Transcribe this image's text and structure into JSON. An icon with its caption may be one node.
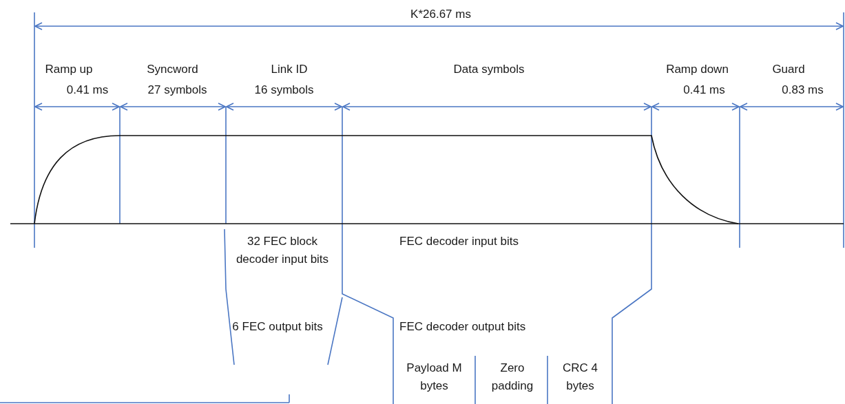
{
  "diagram": {
    "labels": [
      "K*26.67 ms",
      "Ramp up",
      "Syncword",
      "Link ID",
      "Data symbols",
      "Ramp down",
      "Guard",
      "0.41 ms",
      "27 symbols",
      "16 symbols",
      "0.41 ms",
      "0.83  ms",
      "32 FEC block decoder input bits",
      "FEC decoder input bits",
      "6 FEC output bits",
      "FEC decoder output bits",
      "Payload M bytes",
      "Zero padding",
      "CRC 4 bytes"
    ]
  }
}
